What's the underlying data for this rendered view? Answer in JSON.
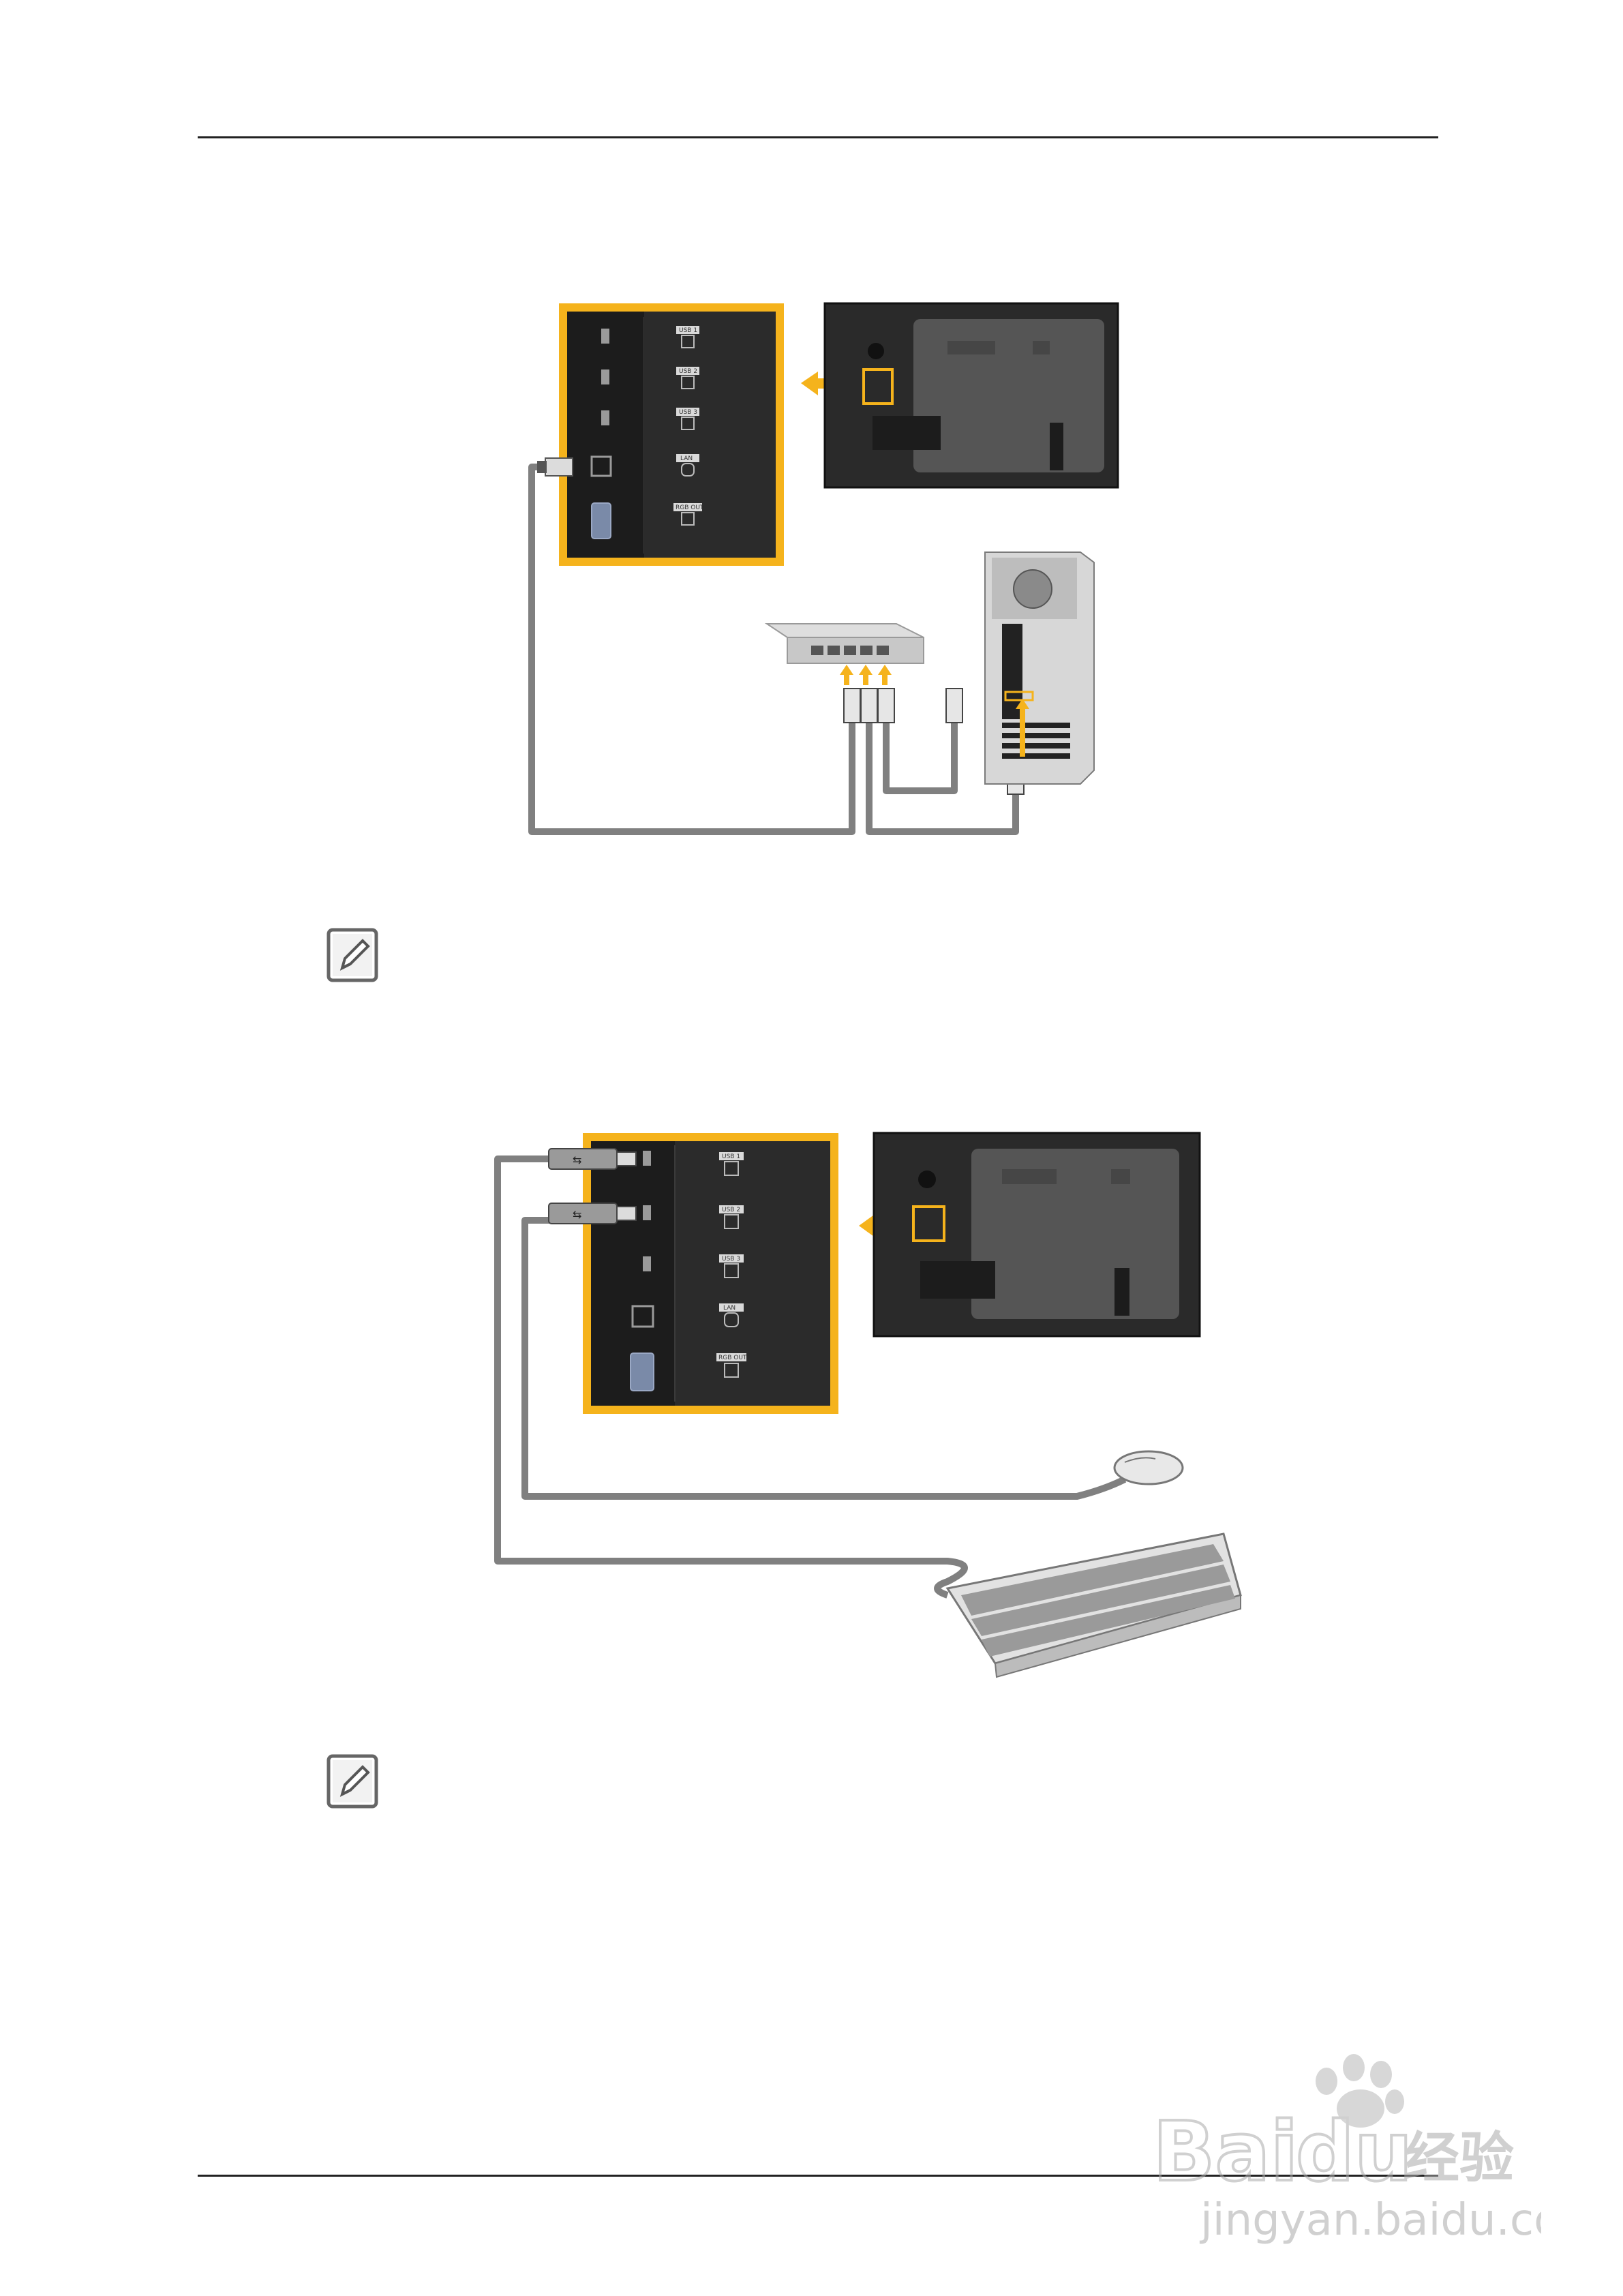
{
  "page": {
    "header_rule": true,
    "footer_rule": true
  },
  "figure1": {
    "panel_port_labels": [
      "USB 1",
      "USB 2",
      "USB 3",
      "LAN",
      "RGB OUT"
    ],
    "accent_color": "#f5b31c",
    "cable_color": "#808080"
  },
  "figure2": {
    "panel_port_labels": [
      "USB 1",
      "USB 2",
      "USB 3",
      "LAN",
      "RGB OUT"
    ],
    "accent_color": "#f5b31c",
    "cable_color": "#808080"
  },
  "notes": [
    {
      "icon": "note-pencil-icon"
    },
    {
      "icon": "note-pencil-icon"
    }
  ],
  "watermark": {
    "brand_text": "Bai",
    "brand_text_2": "du",
    "cn_text": "经验",
    "url_text": "jingyan.baidu.com"
  }
}
